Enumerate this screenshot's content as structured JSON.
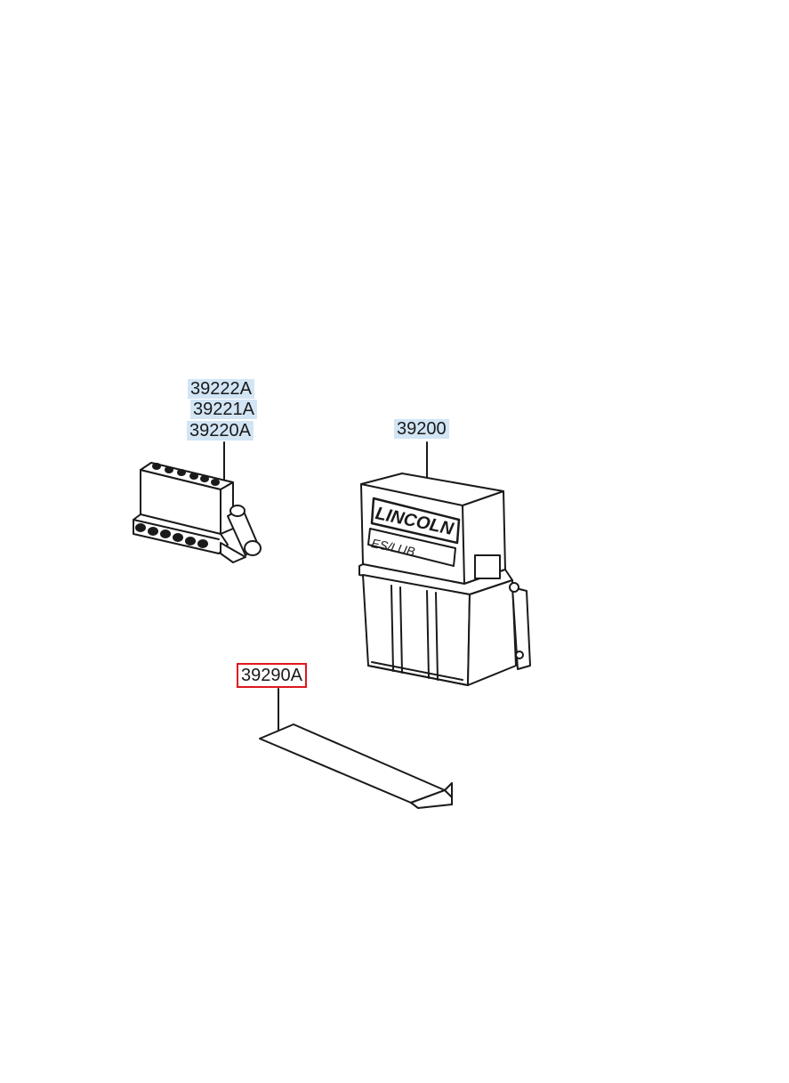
{
  "parts": {
    "p39222a": "39222A",
    "p39221a": "39221A",
    "p39220a": "39220A",
    "p39200": "39200",
    "p39290a": "39290A"
  },
  "pump_label": {
    "brand": "LINCOLN",
    "model": "ES/LUB"
  },
  "colors": {
    "highlight": "#d2e5f5",
    "selected_border": "#e0161e",
    "line": "#1a1a1a"
  }
}
